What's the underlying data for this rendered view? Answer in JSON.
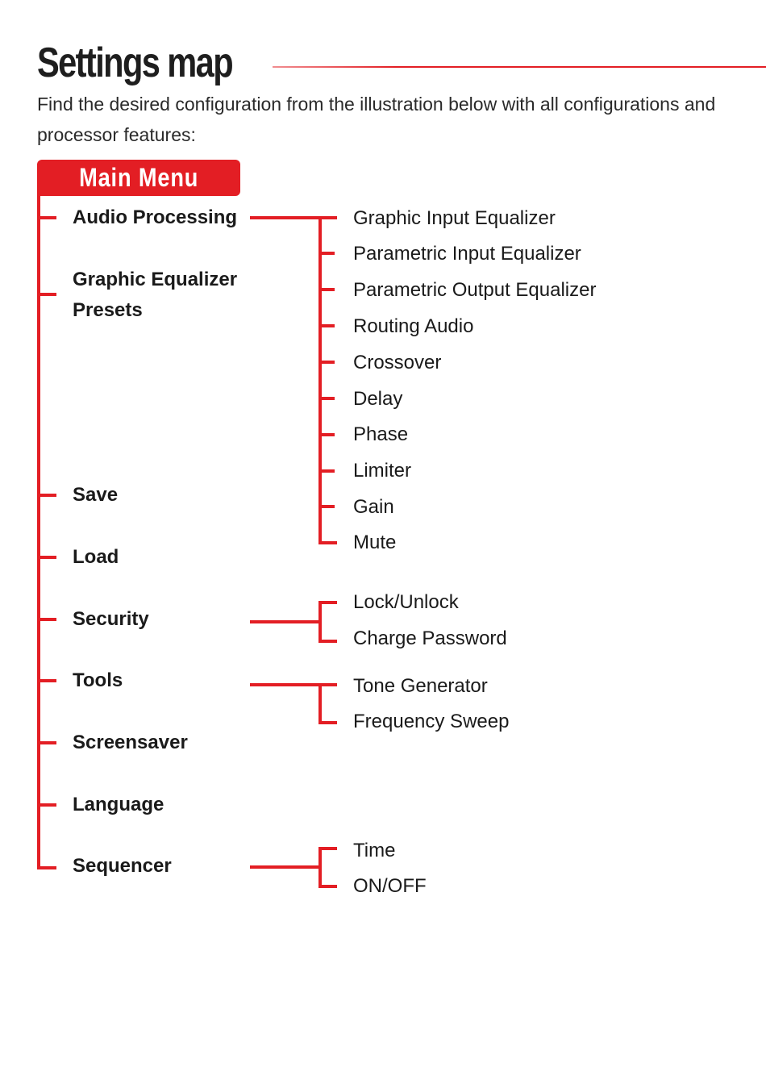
{
  "title": "Settings map",
  "intro": "Find the desired configuration from the illustration below with all configurations and processor features:",
  "colors": {
    "accent": "#e31e24"
  },
  "main_menu": {
    "label": "Main Menu",
    "items": [
      "Audio Processing",
      "Graphic Equalizer Presets",
      "Save",
      "Load",
      "Security",
      "Tools",
      "Screensaver",
      "Language",
      "Sequencer"
    ]
  },
  "audio_processing": {
    "items": [
      "Graphic Input Equalizer",
      "Parametric Input Equalizer",
      "Parametric Output Equalizer",
      "Routing Audio",
      "Crossover",
      "Delay",
      "Phase",
      "Limiter",
      "Gain",
      "Mute"
    ]
  },
  "security": {
    "items": [
      "Lock/Unlock",
      "Charge Password"
    ]
  },
  "tools": {
    "items": [
      "Tone Generator",
      "Frequency Sweep"
    ]
  },
  "sequencer": {
    "items": [
      "Time",
      "ON/OFF"
    ]
  }
}
